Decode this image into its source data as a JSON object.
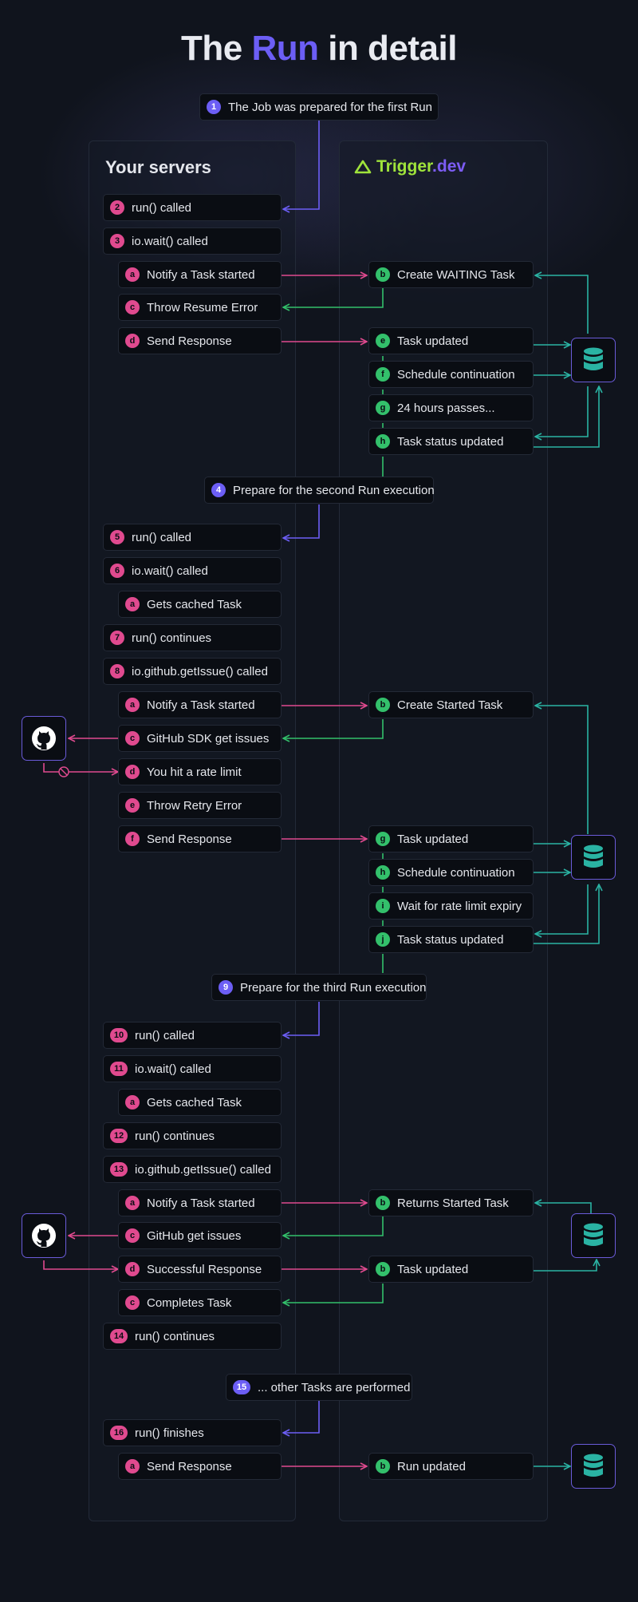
{
  "title": {
    "prefix": "The",
    "highlight": "Run",
    "suffix": "in detail"
  },
  "columns": {
    "left_title": "Your servers",
    "right_brand": "Trigger",
    "right_brand_suffix": ".dev"
  },
  "colors": {
    "pink": "#e04a8f",
    "green": "#33c06b",
    "purple": "#6c5ef5",
    "teal": "#2ab3a3"
  },
  "phases": [
    {
      "num": "1",
      "label": "The Job was prepared for the first Run"
    },
    {
      "num": "4",
      "label": "Prepare for the second Run execution"
    },
    {
      "num": "9",
      "label": "Prepare for the third Run execution"
    },
    {
      "num": "15",
      "label": "... other Tasks are performed"
    }
  ],
  "server_steps": [
    {
      "badge": "2",
      "label": "run() called"
    },
    {
      "badge": "3",
      "label": "io.wait() called"
    },
    {
      "badge": "a",
      "label": "Notify a Task started"
    },
    {
      "badge": "c",
      "label": "Throw Resume Error"
    },
    {
      "badge": "d",
      "label": "Send Response"
    },
    {
      "badge": "5",
      "label": "run() called"
    },
    {
      "badge": "6",
      "label": "io.wait() called"
    },
    {
      "badge": "a",
      "label": "Gets cached Task"
    },
    {
      "badge": "7",
      "label": "run() continues"
    },
    {
      "badge": "8",
      "label": "io.github.getIssue() called"
    },
    {
      "badge": "a",
      "label": "Notify a Task started"
    },
    {
      "badge": "c",
      "label": "GitHub SDK get issues"
    },
    {
      "badge": "d",
      "label": "You hit a rate limit"
    },
    {
      "badge": "e",
      "label": "Throw Retry Error"
    },
    {
      "badge": "f",
      "label": "Send Response"
    },
    {
      "badge": "10",
      "label": "run() called"
    },
    {
      "badge": "11",
      "label": "io.wait() called"
    },
    {
      "badge": "a",
      "label": "Gets cached Task"
    },
    {
      "badge": "12",
      "label": "run() continues"
    },
    {
      "badge": "13",
      "label": "io.github.getIssue() called"
    },
    {
      "badge": "a",
      "label": "Notify a Task started"
    },
    {
      "badge": "c",
      "label": "GitHub get issues"
    },
    {
      "badge": "d",
      "label": "Successful Response"
    },
    {
      "badge": "c",
      "label": "Completes Task"
    },
    {
      "badge": "14",
      "label": "run() continues"
    },
    {
      "badge": "16",
      "label": "run() finishes"
    },
    {
      "badge": "a",
      "label": "Send Response"
    }
  ],
  "trigger_steps": [
    {
      "badge": "b",
      "label": "Create WAITING Task"
    },
    {
      "badge": "e",
      "label": "Task updated"
    },
    {
      "badge": "f",
      "label": "Schedule continuation"
    },
    {
      "badge": "g",
      "label": "24 hours passes..."
    },
    {
      "badge": "h",
      "label": "Task status updated"
    },
    {
      "badge": "b",
      "label": "Create Started Task"
    },
    {
      "badge": "g",
      "label": "Task updated"
    },
    {
      "badge": "h",
      "label": "Schedule continuation"
    },
    {
      "badge": "i",
      "label": "Wait for rate limit expiry"
    },
    {
      "badge": "j",
      "label": "Task status updated"
    },
    {
      "badge": "b",
      "label": "Returns Started Task"
    },
    {
      "badge": "b",
      "label": "Task updated"
    },
    {
      "badge": "b",
      "label": "Run updated"
    }
  ],
  "icons": {
    "database": "database-icon",
    "github": "github-icon",
    "blocked": "blocked-icon",
    "logo": "trigger-logo-icon"
  }
}
